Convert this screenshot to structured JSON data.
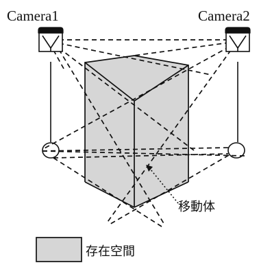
{
  "labels": {
    "camera1": "Camera1",
    "camera2": "Camera2",
    "moving_object": "移動体",
    "legend": "存在空間"
  },
  "colors": {
    "stroke": "#111111",
    "region_fill": "#d6d6d6",
    "background": "#ffffff"
  },
  "icons": {
    "camera1": "camera-icon",
    "camera2": "camera-icon",
    "object_marker": "arrow-icon"
  }
}
